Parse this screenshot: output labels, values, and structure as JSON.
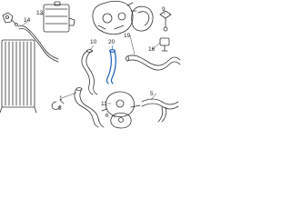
{
  "callouts": {
    "bracket": "",
    "c13": "13",
    "c14": "14",
    "c9_top": "9",
    "c19": "19",
    "c10": "10",
    "c20": "20",
    "c16": "16",
    "c1": "1",
    "c9_left": "9",
    "c11": "11",
    "c6": "6",
    "c5": "5"
  },
  "colors": {
    "line": "#333333",
    "highlight": "#1a5fb4"
  }
}
